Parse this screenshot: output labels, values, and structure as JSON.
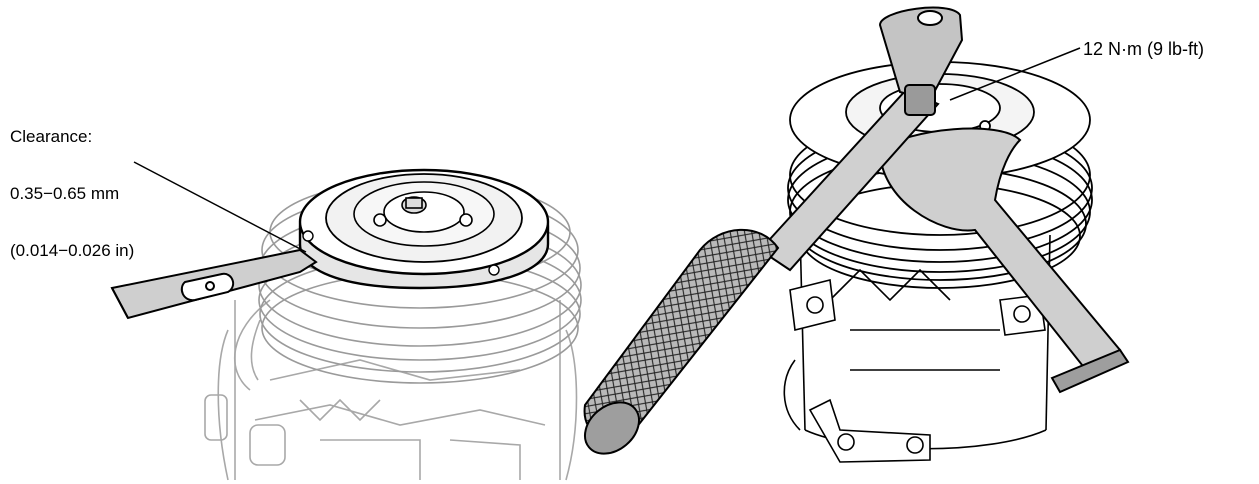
{
  "callouts": {
    "clearance_title": "Clearance:",
    "clearance_mm": "0.35−0.65 mm",
    "clearance_in": "(0.014−0.026 in)",
    "torque": "12 N·m (9 lb-ft)"
  },
  "colors": {
    "line": "#000000",
    "panel_fill": "#ffffff",
    "faded_line": "#9a9a9a",
    "tool_fill": "#c8c8c8",
    "tool_dark": "#8e8e8e",
    "ground_shade": "#eeeeee"
  },
  "icons": {
    "left_panel": "feeler-gauge-on-compressor-clutch",
    "right_panel": "torque-wrench-with-holder-on-compressor-clutch"
  }
}
